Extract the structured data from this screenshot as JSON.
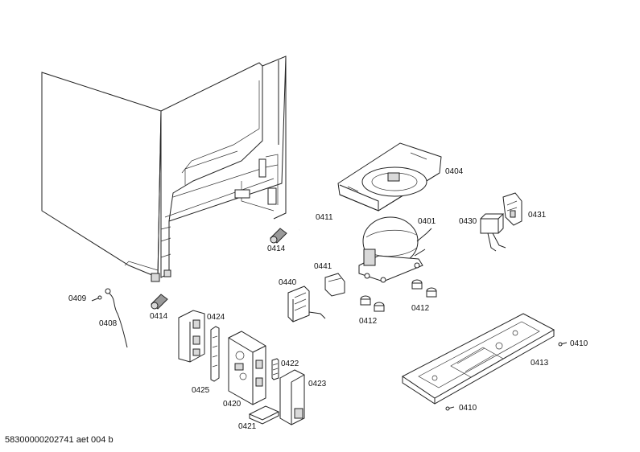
{
  "document_id": "58300000202741 aet 004 b",
  "labels": {
    "p0404": "0404",
    "p0411": "0411",
    "p0401": "0401",
    "p0430": "0430",
    "p0431": "0431",
    "p0414_top": "0414",
    "p0441": "0441",
    "p0440": "0440",
    "p0412_left": "0412",
    "p0412_right": "0412",
    "p0409": "0409",
    "p0408": "0408",
    "p0414_bottom": "0414",
    "p0424": "0424",
    "p0425": "0425",
    "p0420": "0420",
    "p0422": "0422",
    "p0423": "0423",
    "p0421": "0421",
    "p0413": "0413",
    "p0410_top": "0410",
    "p0410_bottom": "0410"
  }
}
